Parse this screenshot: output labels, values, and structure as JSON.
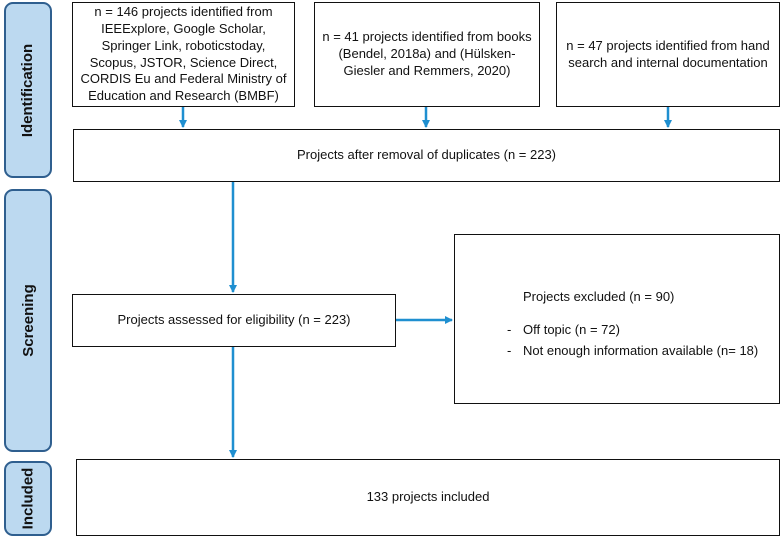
{
  "phases": {
    "identification": "Identification",
    "screening": "Screening",
    "included": "Included"
  },
  "boxes": {
    "source_databases": "n = 146 projects identified from IEEExplore, Google Scholar, Springer Link, roboticstoday, Scopus, JSTOR, Science Direct, CORDIS Eu and Federal Ministry of Education and Research (BMBF)",
    "source_books": "n = 41 projects identified from books (Bendel, 2018a) and (Hülsken-Giesler and Remmers, 2020)",
    "source_hand_search": "n = 47 projects identified from hand search and internal documentation",
    "after_duplicates": "Projects after removal of duplicates (n = 223)",
    "assessed": "Projects assessed for eligibility (n = 223)",
    "excluded": {
      "title": "Projects excluded (n = 90)",
      "reasons": [
        {
          "dash": "-",
          "text": "Off topic (n = 72)"
        },
        {
          "dash": "-",
          "text": "Not enough information available (n= 18)"
        }
      ]
    },
    "included": "133 projects included"
  },
  "colors": {
    "arrow": "#1f8fd0",
    "phase_fill": "#bcd9f0",
    "phase_border": "#2f5f8f"
  }
}
